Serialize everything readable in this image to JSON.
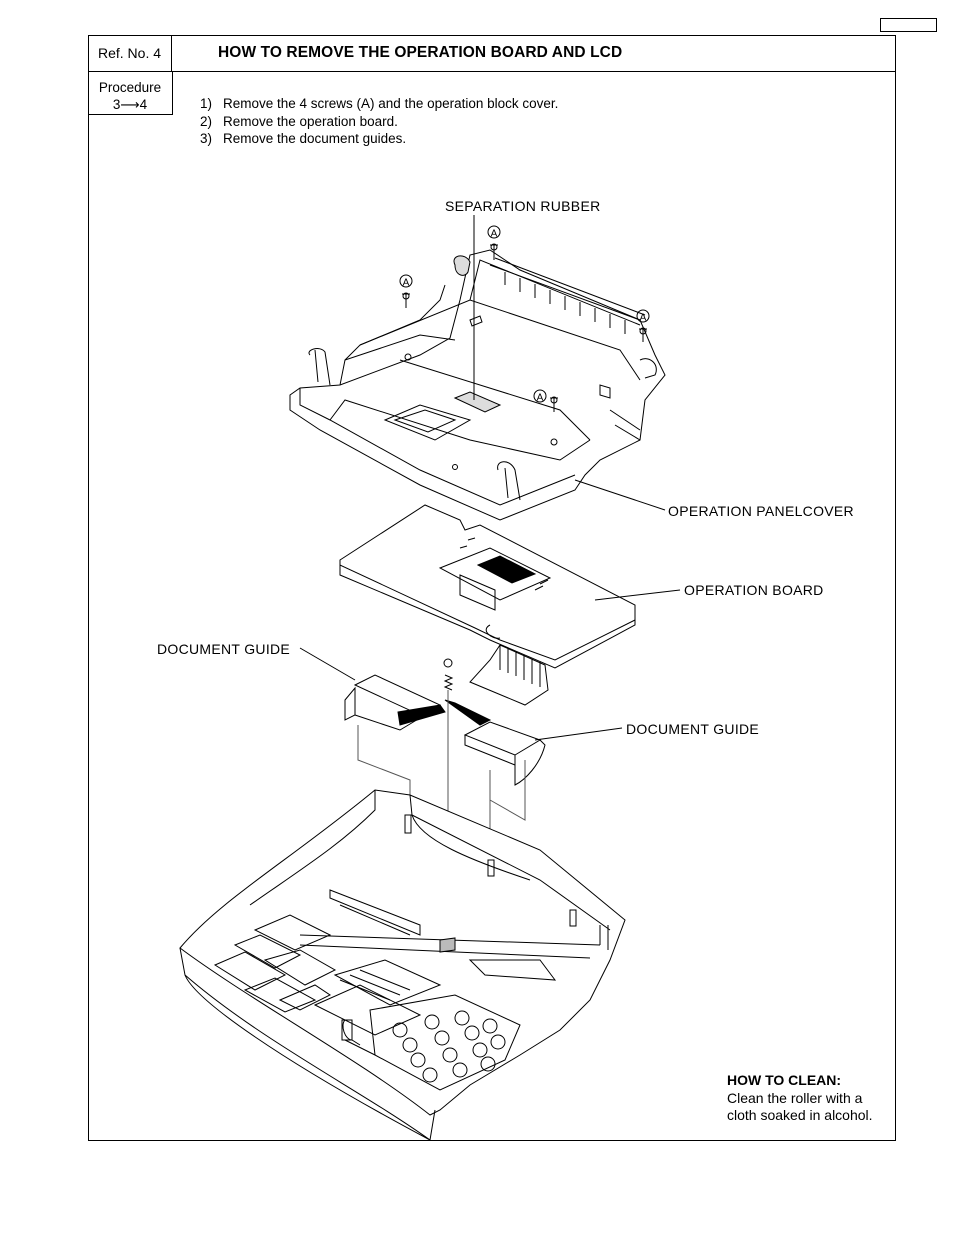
{
  "header": {
    "ref": "Ref. No. 4",
    "title": "HOW TO REMOVE THE OPERATION BOARD AND LCD"
  },
  "procedure": {
    "label": "Procedure",
    "value": "3⟶4"
  },
  "steps": [
    {
      "num": "1)",
      "text": "Remove the 4 screws (A) and the operation block cover."
    },
    {
      "num": "2)",
      "text": "Remove the operation board."
    },
    {
      "num": "3)",
      "text": "Remove the document guides."
    }
  ],
  "labels": {
    "separation_rubber": "SEPARATION RUBBER",
    "operation_panel_cover": "OPERATION PANELCOVER",
    "operation_board": "OPERATION BOARD",
    "document_guide_left": "DOCUMENT GUIDE",
    "document_guide_right": "DOCUMENT GUIDE",
    "screw": "A"
  },
  "how_to_clean": {
    "heading": "HOW TO CLEAN:",
    "line1": "Clean the roller with a",
    "line2": "cloth soaked in alcohol."
  }
}
